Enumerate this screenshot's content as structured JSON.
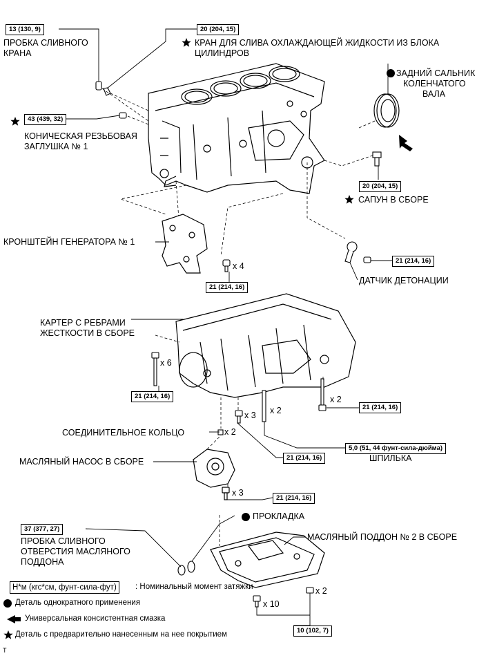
{
  "torque_values": {
    "drain_plug": "13 (130, 9)",
    "drain_cock": "20 (204, 15)",
    "taper_plug": "43 (439, 32)",
    "breather": "20 (204, 15)",
    "knock_sensor": "21 (214, 16)",
    "bracket": "21 (214, 16)",
    "stiffener_left": "21 (214, 16)",
    "stiffener_right": "21 (214, 16)",
    "stud": "5,0 (51, 44 фунт-сила-дюйма)",
    "pump_upper": "21 (214, 16)",
    "pump_lower": "21 (214, 16)",
    "oil_pan_plug": "37 (377, 27)",
    "oil_pan_bolts": "10 (102, 7)"
  },
  "labels": {
    "drain_plug": [
      "ПРОБКА СЛИВНОГО",
      "КРАНА"
    ],
    "drain_cock": [
      "КРАН ДЛЯ СЛИВА ОХЛАЖДАЮЩЕЙ ЖИДКОСТИ ИЗ БЛОКА",
      "ЦИЛИНДРОВ"
    ],
    "rear_seal": [
      "ЗАДНИЙ САЛЬНИК",
      "КОЛЕНЧАТОГО",
      "ВАЛА"
    ],
    "taper_plug": [
      "КОНИЧЕСКАЯ РЕЗЬБОВАЯ",
      "ЗАГЛУШКА № 1"
    ],
    "breather": "САПУН В СБОРЕ",
    "bracket": "КРОНШТЕЙН ГЕНЕРАТОРА № 1",
    "knock_sensor": "ДАТЧИК ДЕТОНАЦИИ",
    "stiffener": [
      "КАРТЕР С РЕБРАМИ",
      "ЖЕСТКОСТИ В СБОРЕ"
    ],
    "ring": "СОЕДИНИТЕЛЬНОЕ КОЛЬЦО",
    "stud": "ШПИЛЬКА",
    "pump": "МАСЛЯНЫЙ НАСОС В СБОРЕ",
    "gasket": "ПРОКЛАДКА",
    "oil_pan_plug": [
      "ПРОБКА СЛИВНОГО",
      "ОТВЕРСТИЯ МАСЛЯНОГО",
      "ПОДДОНА"
    ],
    "oil_pan": "МАСЛЯНЫЙ ПОДДОН № 2 В СБОРЕ"
  },
  "quantities": {
    "bracket": "x 4",
    "stiffener_left": "x 6",
    "stiffener_right": "x 2",
    "stud": "x 2",
    "pump_upper": "x 3",
    "ring": "x 2",
    "pump_lower": "x 3",
    "pan_small": "x 2",
    "pan_large": "x 10"
  },
  "legend": {
    "torque_unit": "Н*м (кгс*см, фунт-сила-фут)",
    "torque_desc": ": Номинальный момент затяжки",
    "non_reusable": "Деталь однократного применения",
    "grease": "Универсальная консистентная смазка",
    "precoated": "Деталь с предварительно нанесенным на нее покрытием"
  },
  "footer_mark": "T"
}
